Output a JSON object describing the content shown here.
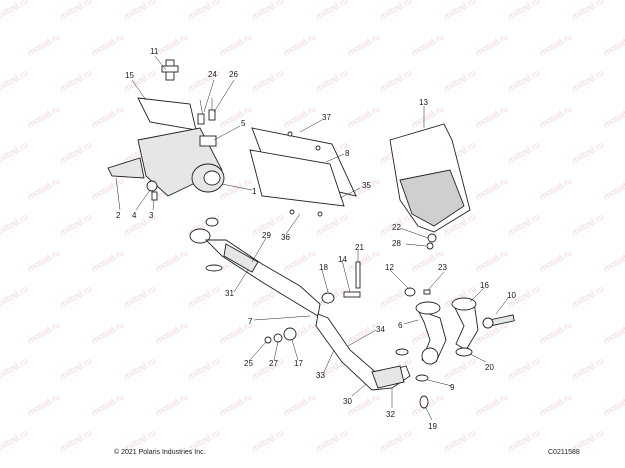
{
  "watermark": "motod.ru",
  "copyright": "© 2021 Polaris Industries Inc.",
  "figure_code": "C0211588",
  "callouts": [
    "1",
    "2",
    "3",
    "4",
    "5",
    "6",
    "7",
    "8",
    "9",
    "10",
    "11",
    "12",
    "13",
    "14",
    "15",
    "16",
    "17",
    "18",
    "19",
    "20",
    "21",
    "22",
    "23",
    "24",
    "25",
    "26",
    "27",
    "28",
    "29",
    "30",
    "31",
    "32",
    "33",
    "34",
    "35",
    "36",
    "37"
  ]
}
